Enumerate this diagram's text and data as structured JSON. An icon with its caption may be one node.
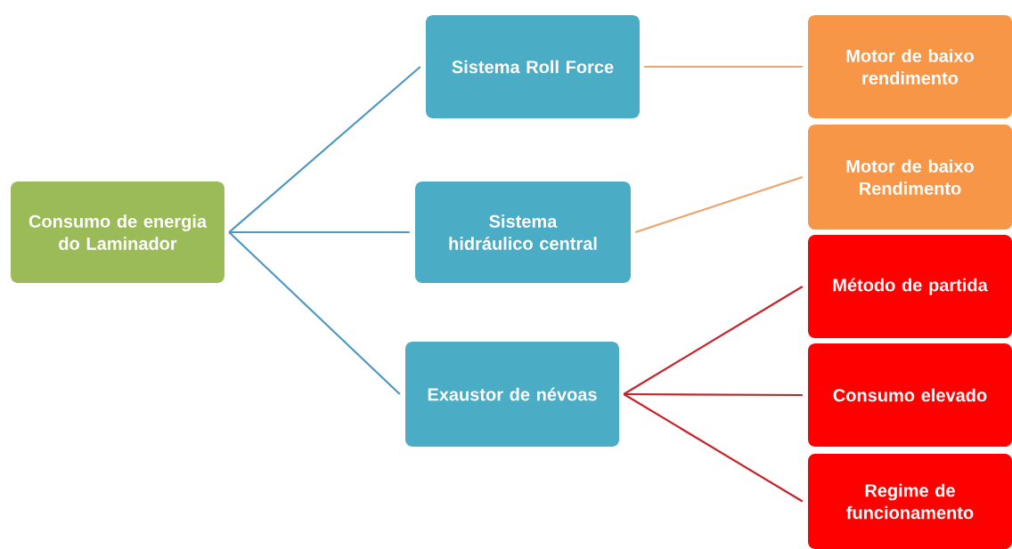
{
  "diagram": {
    "nodes": [
      {
        "text": [
          "Consumo de energia do Laminador"
        ]
      },
      {
        "text": [
          "Sistema Roll Force"
        ]
      },
      {
        "text": [
          "Sistema hidráulico central"
        ]
      },
      {
        "text": [
          "Exaustor de névoas"
        ]
      },
      {
        "text": [
          "Motor de baixo rendimento"
        ]
      },
      {
        "text": [
          "Motor de baixo Rendimento"
        ]
      },
      {
        "text": [
          "Método de partida"
        ]
      },
      {
        "text": [
          "Consumo elevado"
        ]
      },
      {
        "text": [
          "Regime de funcionamento"
        ]
      }
    ],
    "edges": [
      {
        "from": 0,
        "to": 1,
        "arrow": "none",
        "color": "#4f97c3"
      },
      {
        "from": 0,
        "to": 2,
        "arrow": "none",
        "color": "#4f97c3"
      },
      {
        "from": 0,
        "to": 3,
        "arrow": "none",
        "color": "#4f97c3"
      },
      {
        "from": 1,
        "to": 4,
        "arrow": "none",
        "color": "#eda46c"
      },
      {
        "from": 2,
        "to": 5,
        "arrow": "none",
        "color": "#eda46c"
      },
      {
        "from": 3,
        "to": 6,
        "arrow": "none",
        "color": "#c4252b"
      },
      {
        "from": 3,
        "to": 7,
        "arrow": "none",
        "color": "#c4252b"
      },
      {
        "from": 3,
        "to": 8,
        "arrow": "none",
        "color": "#c4252b"
      }
    ]
  }
}
